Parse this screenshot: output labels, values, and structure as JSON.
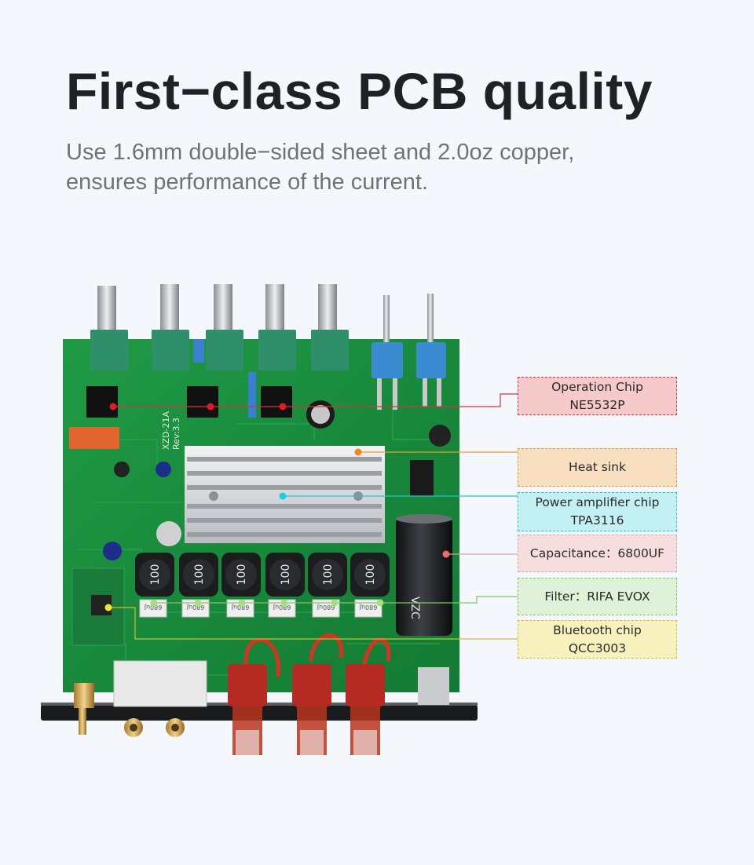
{
  "header": {
    "title": "First−class PCB quality",
    "subtitle_line1": "Use 1.6mm double−sided sheet and 2.0oz copper,",
    "subtitle_line2": "ensures performance of the current."
  },
  "board": {
    "model": "XZD-21A",
    "revision": "Rev:3.3",
    "inductor_marking": "100",
    "capacitor_marking": "VZC",
    "filter_cap_marking": "680uJ"
  },
  "callouts": [
    {
      "id": "operation-chip",
      "line1": "Operation Chip",
      "line2": "NE5532P",
      "bg": "#f6c9cb",
      "border": "#d9323a",
      "dot": "#e01b24"
    },
    {
      "id": "heat-sink",
      "line1": "Heat sink",
      "line2": "",
      "bg": "#f8dfc0",
      "border": "#ef9a2c",
      "dot": "#f08a1c"
    },
    {
      "id": "power-amplifier-chip",
      "line1": "Power amplifier chip",
      "line2": "TPA3116",
      "bg": "#c3f1f3",
      "border": "#1cc9d2",
      "dot": "#18d0dc"
    },
    {
      "id": "capacitance",
      "line1": "Capacitance：6800UF",
      "line2": "",
      "bg": "#f6dede",
      "border": "#d6a4a4",
      "dot": "#ee6b6b"
    },
    {
      "id": "filter",
      "line1": "Filter：RIFA EVOX",
      "line2": "",
      "bg": "#dff1d6",
      "border": "#84c36b",
      "dot": "#a6e07c"
    },
    {
      "id": "bluetooth-chip",
      "line1": "Bluetooth chip",
      "line2": "QCC3003",
      "bg": "#f7f2bd",
      "border": "#ccc02a",
      "dot": "#f0e62a"
    }
  ]
}
